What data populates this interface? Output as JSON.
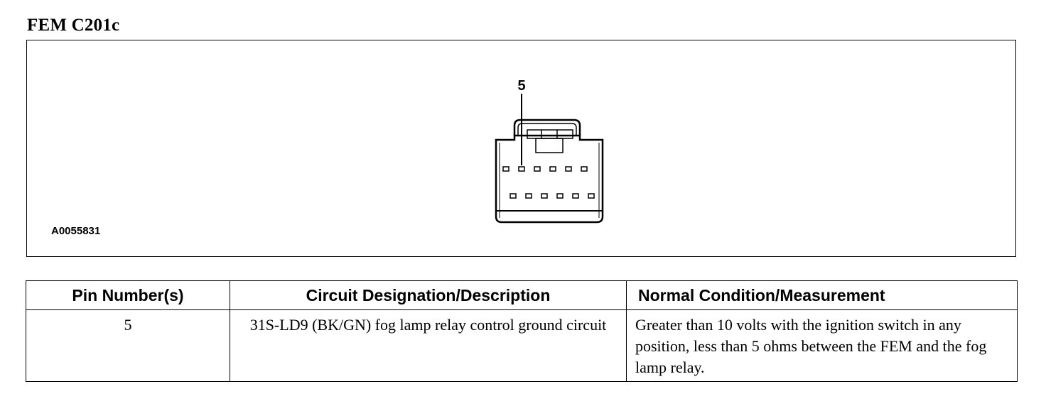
{
  "connector": {
    "title": "FEM C201c",
    "figure_id": "A0055831",
    "pin_callout": "5"
  },
  "table": {
    "headers": {
      "pin": "Pin Number(s)",
      "circuit": "Circuit Designation/Description",
      "condition": "Normal Condition/Measurement"
    },
    "rows": [
      {
        "pin": "5",
        "circuit": "31S-LD9 (BK/GN) fog lamp relay control ground circuit",
        "condition": "Greater than 10 volts with the ignition switch in any position, less than 5 ohms between the FEM and the fog lamp relay."
      }
    ]
  }
}
